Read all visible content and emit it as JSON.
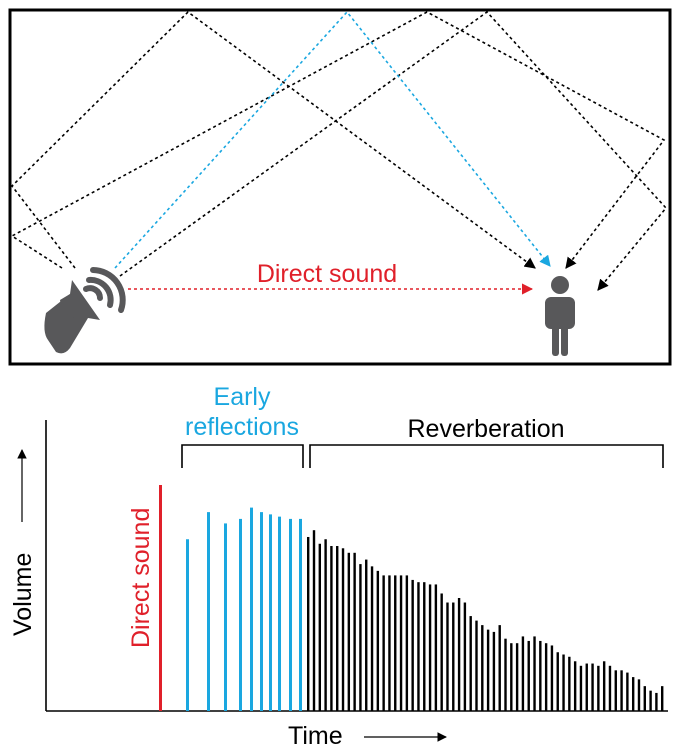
{
  "room": {
    "direct_sound_label": "Direct sound"
  },
  "colors": {
    "direct": "#e0202a",
    "early": "#1aa7e0",
    "reverb": "#000000",
    "figure": "#58585a"
  },
  "icons": {
    "speaker": "speaker-icon",
    "listener": "person-icon"
  },
  "chart": {
    "early_label_line1": "Early",
    "early_label_line2": "reflections",
    "reverb_label": "Reverberation",
    "direct_label": "Direct sound",
    "x_label": "Time",
    "y_label": "Volume"
  },
  "chart_data": {
    "type": "bar",
    "direct": [
      1.0
    ],
    "early": [
      0.76,
      0.88,
      0.83,
      0.85,
      0.9,
      0.88,
      0.87,
      0.86,
      0.85,
      0.85
    ],
    "reverb": [
      0.77,
      0.8,
      0.74,
      0.76,
      0.73,
      0.73,
      0.72,
      0.7,
      0.7,
      0.65,
      0.67,
      0.64,
      0.62,
      0.6,
      0.6,
      0.6,
      0.6,
      0.6,
      0.58,
      0.57,
      0.57,
      0.56,
      0.56,
      0.52,
      0.48,
      0.48,
      0.5,
      0.48,
      0.42,
      0.4,
      0.38,
      0.36,
      0.35,
      0.38,
      0.32,
      0.3,
      0.3,
      0.33,
      0.31,
      0.33,
      0.31,
      0.3,
      0.29,
      0.26,
      0.25,
      0.24,
      0.22,
      0.2,
      0.21,
      0.21,
      0.2,
      0.22,
      0.2,
      0.18,
      0.18,
      0.17,
      0.15,
      0.14,
      0.11,
      0.09,
      0.08,
      0.11
    ]
  }
}
